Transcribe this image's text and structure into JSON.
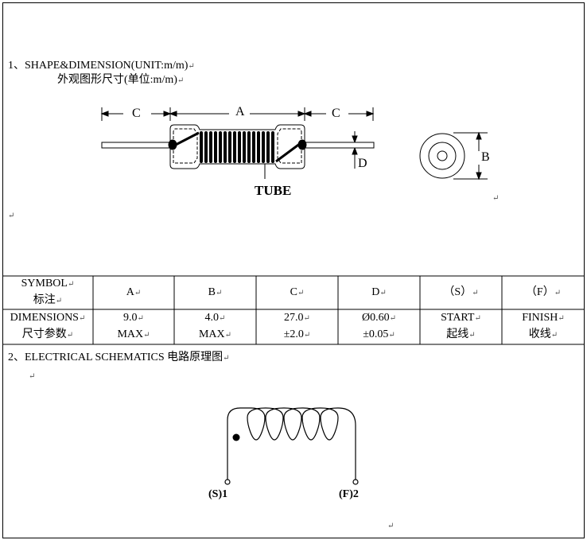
{
  "section1": {
    "heading": "1、SHAPE&DIMENSION(UNIT:m/m)",
    "subheading": "外观图形尺寸(单位:m/m)"
  },
  "drawing": {
    "label_a": "A",
    "label_b": "B",
    "label_c_left": "C",
    "label_c_right": "C",
    "label_d": "D",
    "tube_label": "TUBE"
  },
  "paragraph_mark": "↵",
  "table": {
    "header_row": {
      "label_en": "SYMBOL",
      "label_cn": "标注",
      "cols": [
        "A",
        "B",
        "C",
        "D",
        "（S）",
        "（F）"
      ]
    },
    "dimension_row": {
      "label_en": "DIMENSIONS",
      "label_cn": "尺寸参数",
      "cols": [
        {
          "line1": "9.0",
          "line2": "MAX"
        },
        {
          "line1": "4.0",
          "line2": "MAX"
        },
        {
          "line1": "27.0",
          "line2": "±2.0"
        },
        {
          "line1": "Ø0.60",
          "line2": "±0.05"
        },
        {
          "line1": "START",
          "line2": "起线"
        },
        {
          "line1": "FINISH",
          "line2": "收线"
        }
      ]
    }
  },
  "section2": {
    "heading": "2、ELECTRICAL SCHEMATICS 电路原理图"
  },
  "schematic": {
    "start_label": "(S)1",
    "finish_label": "(F)2"
  }
}
